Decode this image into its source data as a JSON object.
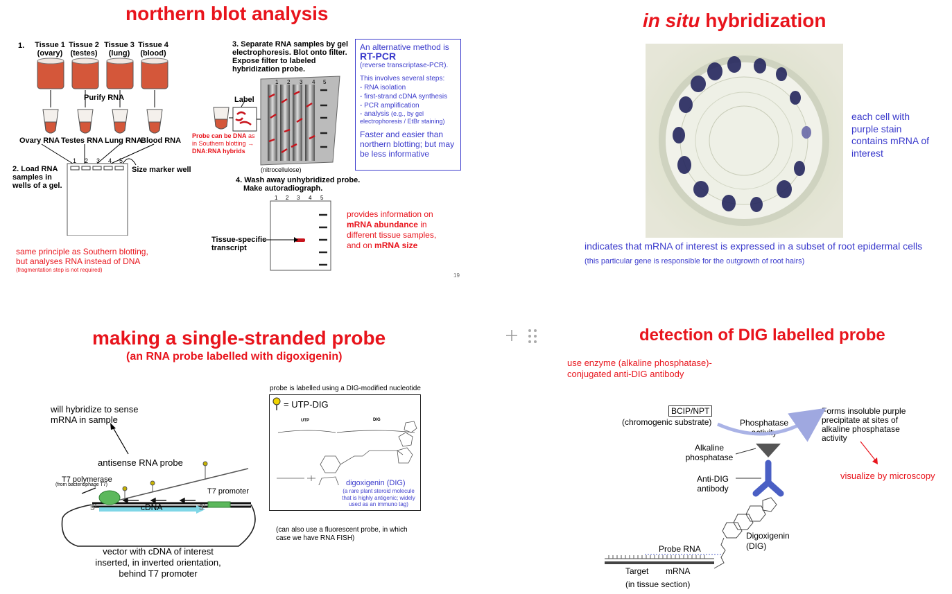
{
  "slide1": {
    "title": "northern blot analysis",
    "step1": "1.",
    "tissues": [
      {
        "name": "Tissue 1",
        "sub": "(ovary)"
      },
      {
        "name": "Tissue 2",
        "sub": "(testes)"
      },
      {
        "name": "Tissue 3",
        "sub": "(lung)"
      },
      {
        "name": "Tissue 4",
        "sub": "(blood)"
      }
    ],
    "purify": "Purify RNA",
    "rna_labels": [
      "Ovary RNA",
      "Testes RNA",
      "Lung RNA",
      "Blood RNA"
    ],
    "lane_numbers": [
      "1",
      "2",
      "3",
      "4",
      "5"
    ],
    "step2": "2. Load RNA samples in wells of a gel.",
    "size_marker": "Size marker well",
    "step3": "3. Separate RNA samples by gel electrophoresis. Blot onto filter. Expose filter to labeled hybridization probe.",
    "label_word": "Label",
    "probe_note_a": "Probe can be DNA",
    "probe_note_b": " as in Southern blotting → ",
    "probe_note_c": "DNA:RNA hybrids",
    "nitro": "(nitrocellulose)",
    "step4a": "4. Wash away unhybridized probe.",
    "step4b": "Make autoradiograph.",
    "tissue_specific": "Tissue-specific transcript",
    "alt_line1": "An alternative method is",
    "alt_rtpcr": "RT-PCR",
    "alt_sub": "(reverse transcriptase-PCR).",
    "alt_involves": "This involves several steps:",
    "alt_steps": [
      "- RNA isolation",
      "- first-strand cDNA synthesis",
      "- PCR amplification",
      "- analysis"
    ],
    "alt_analysis_note": "(e.g., by gel electrophoresis / EtBr staining)",
    "alt_faster": "Faster and easier than northern blotting; but may be less informative",
    "provides_a": "provides information on ",
    "provides_b": "mRNA abundance",
    "provides_c": " in different tissue samples, and on ",
    "provides_d": "mRNA size",
    "same_principle": "same principle as Southern blotting, but analyses RNA instead of DNA",
    "fragmentation": "(fragmentation step is not required)",
    "page_number": "19"
  },
  "slide2": {
    "title_italic": "in situ",
    "title_rest": " hybridization",
    "each_cell": "each cell with purple stain contains mRNA of interest",
    "indicates": "indicates that mRNA of interest is expressed in a subset of root epidermal cells",
    "particular": "(this particular gene is responsible for the outgrowth of root hairs)"
  },
  "slide3": {
    "title": "making a single-stranded probe",
    "subtitle": "(an RNA probe labelled with digoxigenin)",
    "hybridize": "will hybridize to sense mRNA in sample",
    "antisense": "antisense RNA probe",
    "t7pol": "T7 polymerase",
    "t7pol_sub": "(from bacteriophage T7)",
    "t7prom": "T7 promoter",
    "five": "5'",
    "cdna": "cDNA",
    "three": "3'",
    "vector": "vector with cDNA of interest inserted, in inverted orientation, behind T7 promoter",
    "labelled_using": "probe is labelled using a DIG-modified nucleotide",
    "utp_dig": "= UTP-DIG",
    "utp": "UTP",
    "dig": "DIG",
    "digoxigenin": "digoxigenin (DIG)",
    "dig_note": "(a rare plant steroid molecule that is highly antigenic; widely used as an immuno tag)",
    "fluorescent": "(can also use a fluorescent probe, in which case we have RNA FISH)"
  },
  "slide4": {
    "title": "detection of DIG labelled probe",
    "use_enzyme": "use enzyme (alkaline phosphatase)-conjugated anti-DIG antibody",
    "bcip": "BCIP/NPT",
    "chromogenic": "(chromogenic substrate)",
    "phosphatase_activity": "Phosphatase activity",
    "forms": "Forms insoluble purple precipitate at sites of alkaline phosphatase activity",
    "alkaline": "Alkaline phosphatase",
    "anti_dig": "Anti-DIG antibody",
    "visualize": "visualize by microscopy",
    "digoxigenin": "Digoxigenin (DIG)",
    "probe_rna": "Probe RNA",
    "target": "Target",
    "mrna": "mRNA",
    "tissue_section": "(in tissue section)"
  },
  "colors": {
    "title_red": "#e8141c",
    "text_blue": "#3a3acc",
    "tube_fill": "#d4573a",
    "stain_purple": "#2a2a6a",
    "probe_green": "#5cb85c",
    "antibody_blue": "#4a5fc4"
  },
  "icons": [
    "plus-icon",
    "drag-handle-icon"
  ]
}
